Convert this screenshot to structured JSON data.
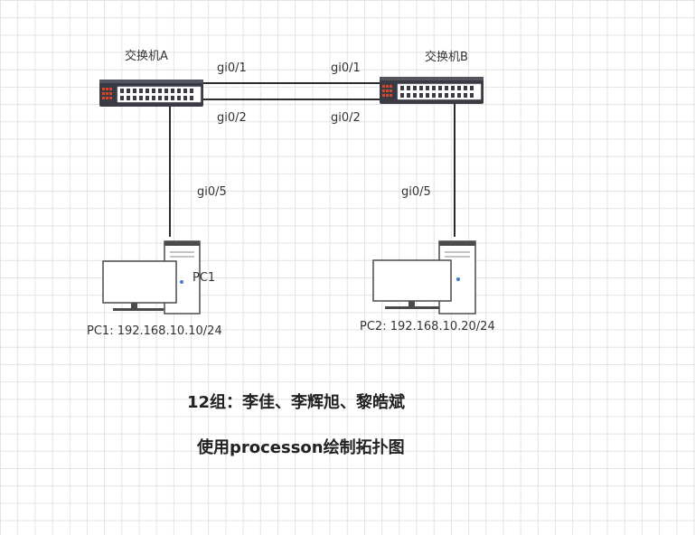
{
  "devices": {
    "switch_a": {
      "label": "交换机A"
    },
    "switch_b": {
      "label": "交换机B"
    },
    "pc1": {
      "label": "PC1",
      "address_label": "PC1: 192.168.10.10/24"
    },
    "pc2": {
      "address_label": "PC2: 192.168.10.20/24"
    }
  },
  "ports": {
    "a_gi01": "gi0/1",
    "b_gi01": "gi0/1",
    "a_gi02": "gi0/2",
    "b_gi02": "gi0/2",
    "a_gi05": "gi0/5",
    "b_gi05": "gi0/5"
  },
  "notes": {
    "group": "12组：李佳、李辉旭、黎皓斌",
    "tool": "使用processon绘制拓扑图"
  },
  "colors": {
    "switch_body": "#3a3a44",
    "switch_accent": "#d9472b",
    "link": "#2b2b2b",
    "pc_outline": "#4a4a4a",
    "pc_led": "#3b7be0"
  }
}
